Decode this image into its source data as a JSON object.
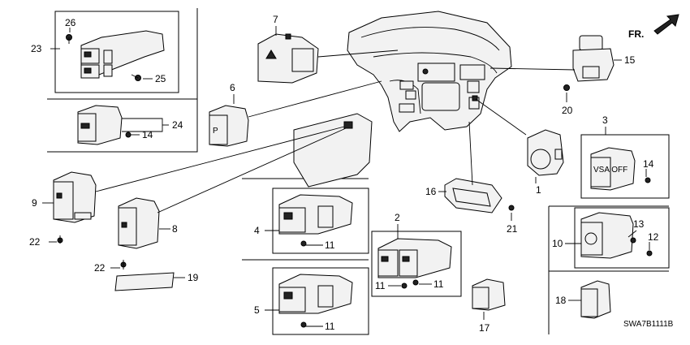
{
  "diagram": {
    "direction_label": "FR.",
    "diagram_code": "SWA7B1111B",
    "callouts": [
      "1",
      "2",
      "3",
      "4",
      "5",
      "6",
      "7",
      "8",
      "9",
      "10",
      "11",
      "11",
      "11",
      "11",
      "12",
      "13",
      "14",
      "14",
      "15",
      "16",
      "17",
      "18",
      "19",
      "20",
      "21",
      "22",
      "22",
      "23",
      "24",
      "25",
      "26"
    ],
    "switch_icon_labels": {
      "label_6": "P",
      "label_3": "VSA OFF"
    }
  }
}
